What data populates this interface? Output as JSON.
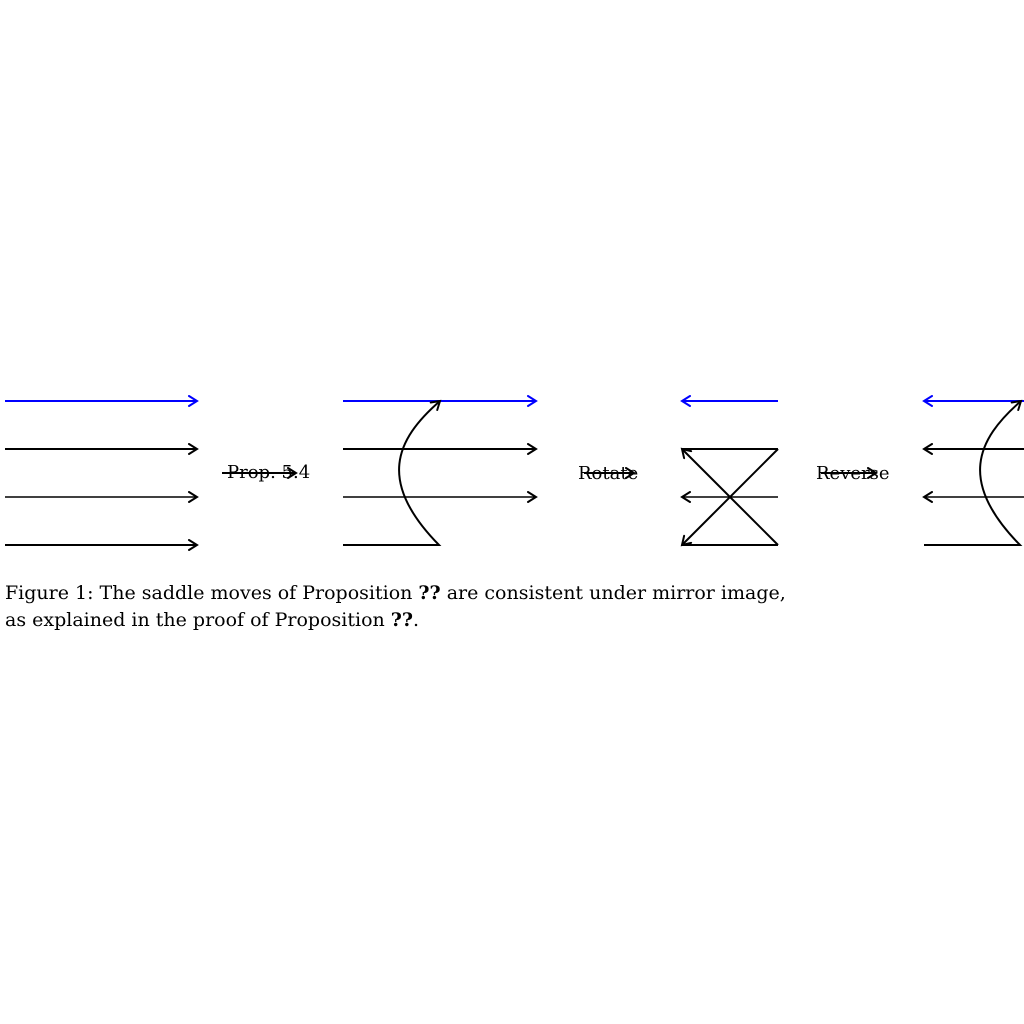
{
  "colors": {
    "highlight": "#0000ff",
    "line": "#000000"
  },
  "arrows": {
    "prop": "Prop. 5.4",
    "rotate": "Rotate",
    "reverse": "Reverse"
  },
  "caption": {
    "line1_a": "Figure 1: The saddle moves of Proposition ",
    "ref1": "??",
    "line1_b": " are consistent under mirror image,",
    "line2_a": "as explained in the proof of Proposition ",
    "ref2": "??",
    "line2_b": "."
  }
}
